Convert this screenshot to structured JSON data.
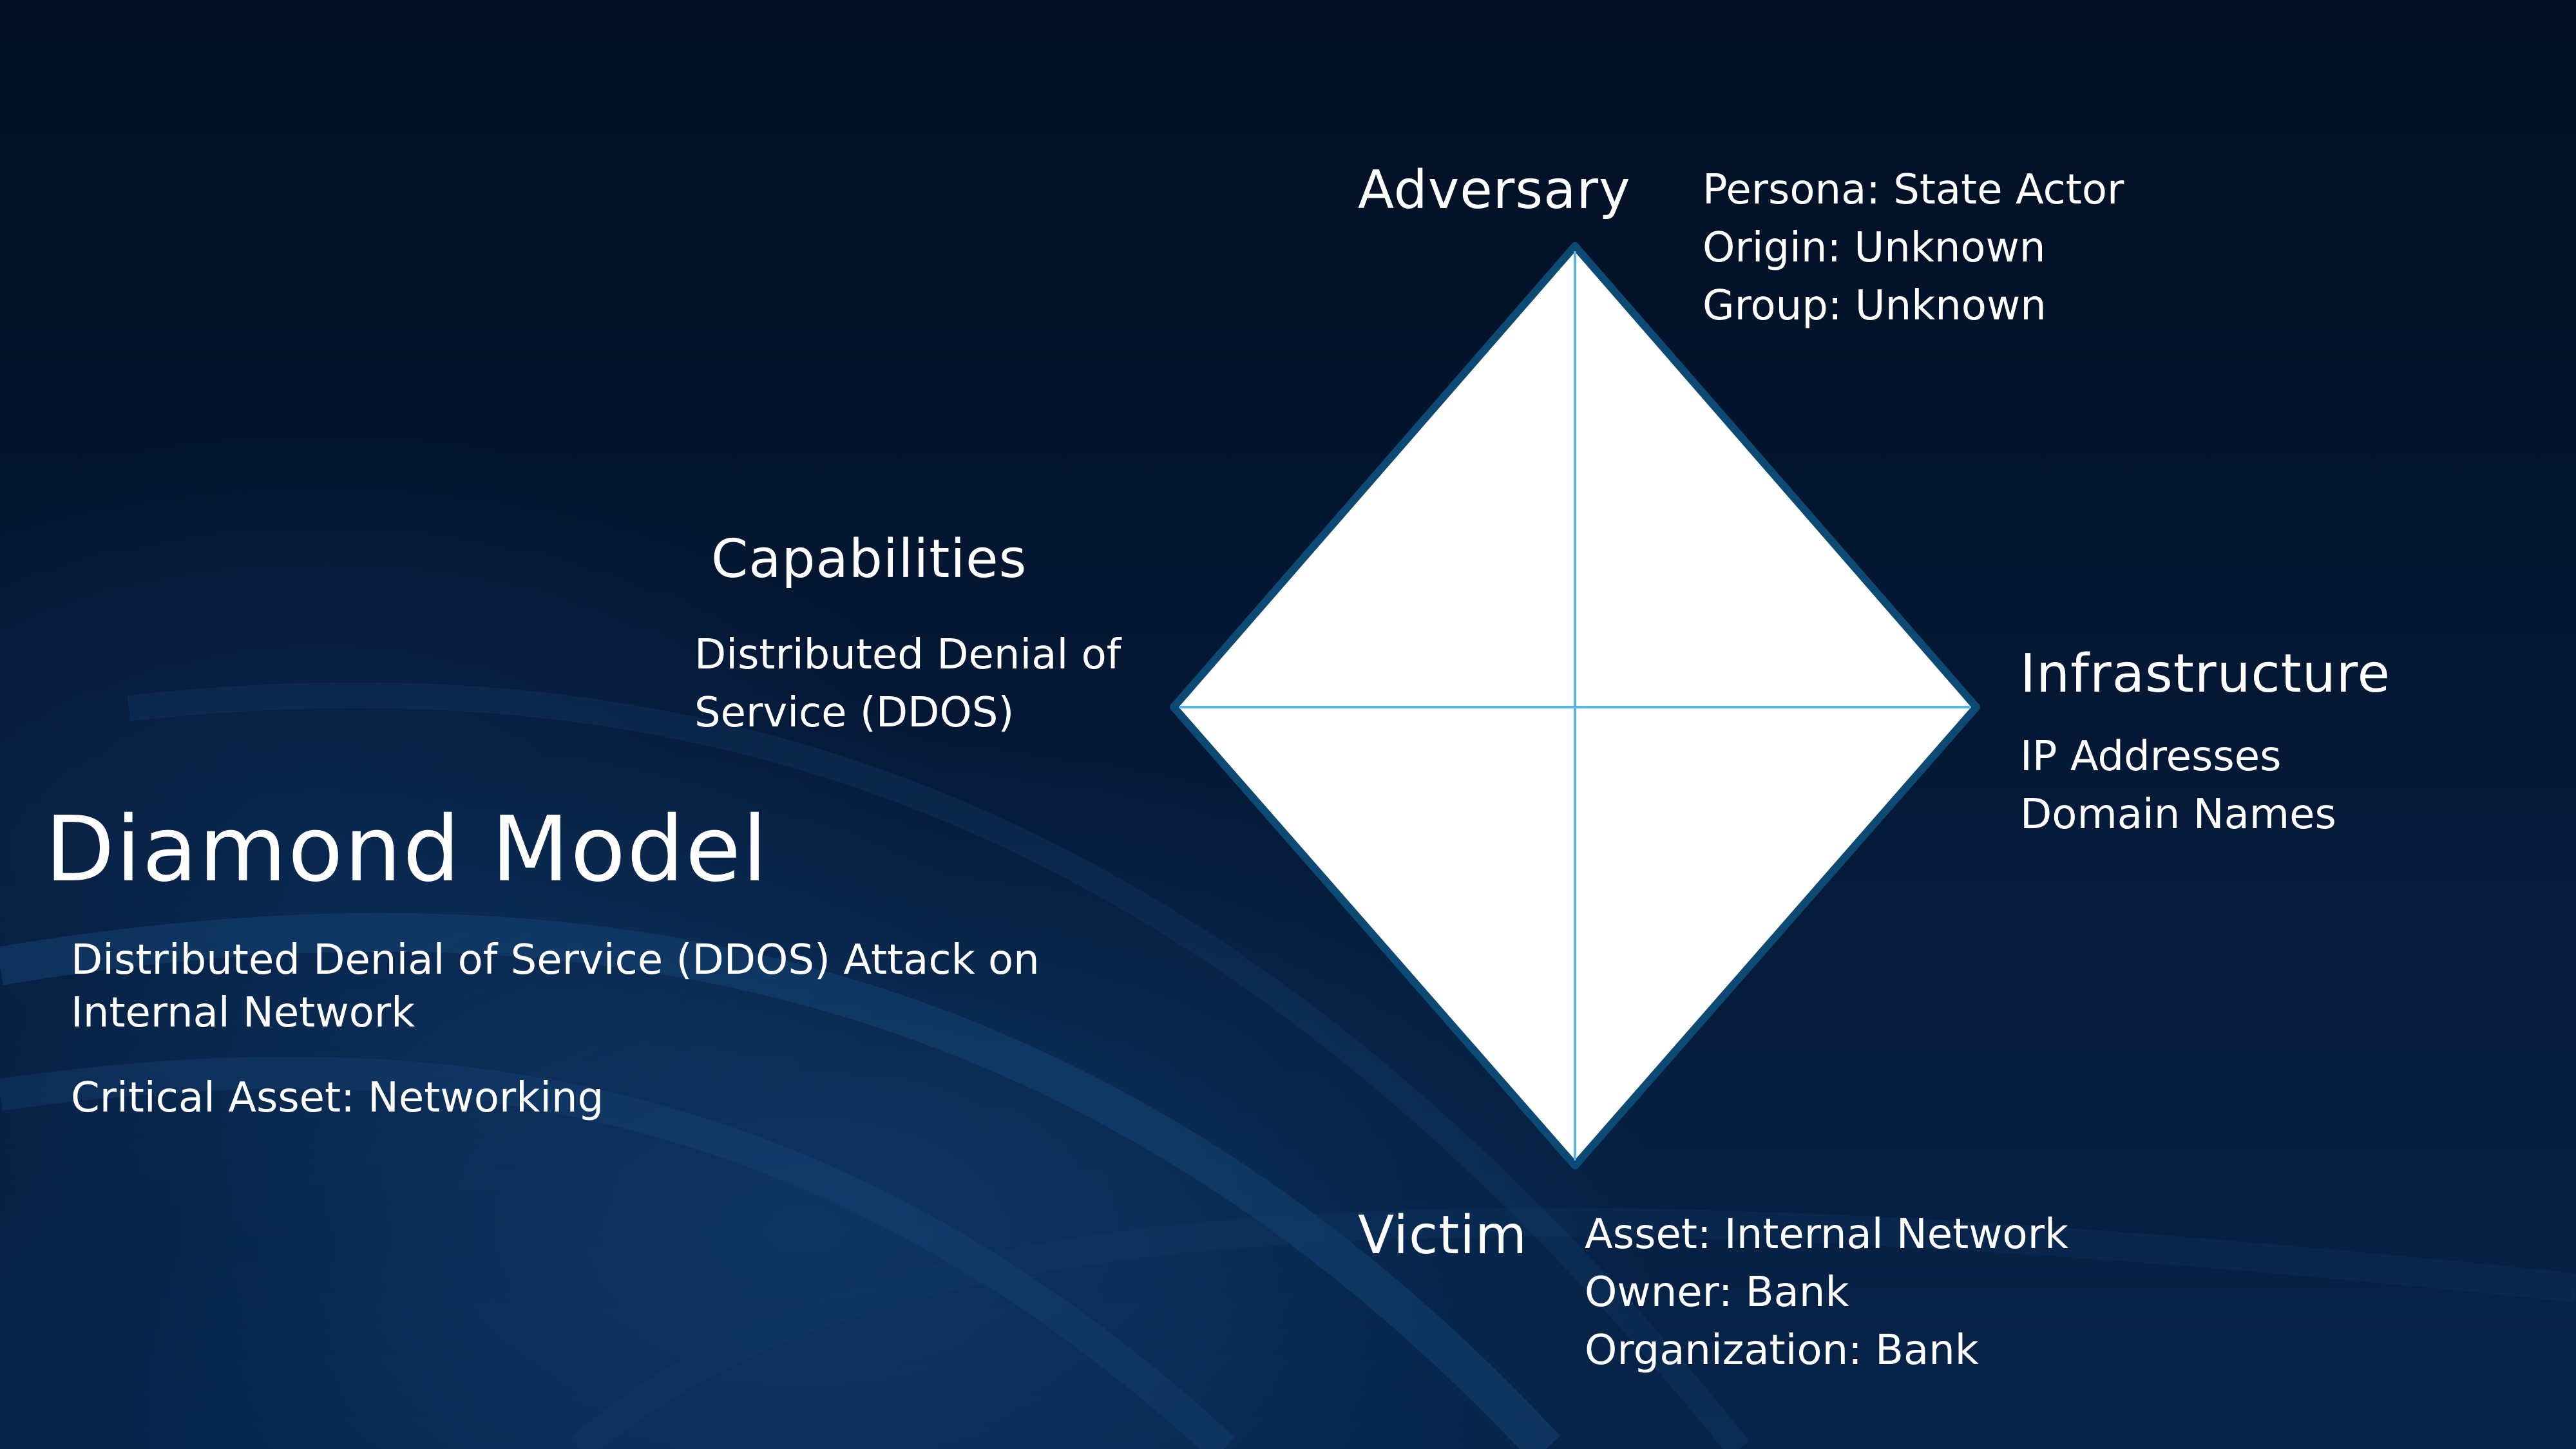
{
  "title": "Diamond Model",
  "summary": {
    "description": "Distributed Denial of Service (DDOS) Attack on Internal Network",
    "critical_asset": "Critical Asset: Networking"
  },
  "adversary": {
    "label": "Adversary",
    "details": [
      "Persona: State Actor",
      "Origin: Unknown",
      "Group:  Unknown"
    ]
  },
  "capabilities": {
    "label": "Capabilities",
    "description": "Distributed Denial of Service (DDOS)"
  },
  "infrastructure": {
    "label": "Infrastructure",
    "details": [
      "IP Addresses",
      "Domain Names"
    ]
  },
  "victim": {
    "label": "Victim",
    "details": [
      "Asset: Internal Network",
      "Owner: Bank",
      "Organization: Bank"
    ]
  },
  "colors": {
    "diamond_fill": "#ffffff",
    "diamond_border": "#0c4a73",
    "axis_lines": "#59b4e6",
    "text": "#ffffff",
    "background": "#041733"
  }
}
